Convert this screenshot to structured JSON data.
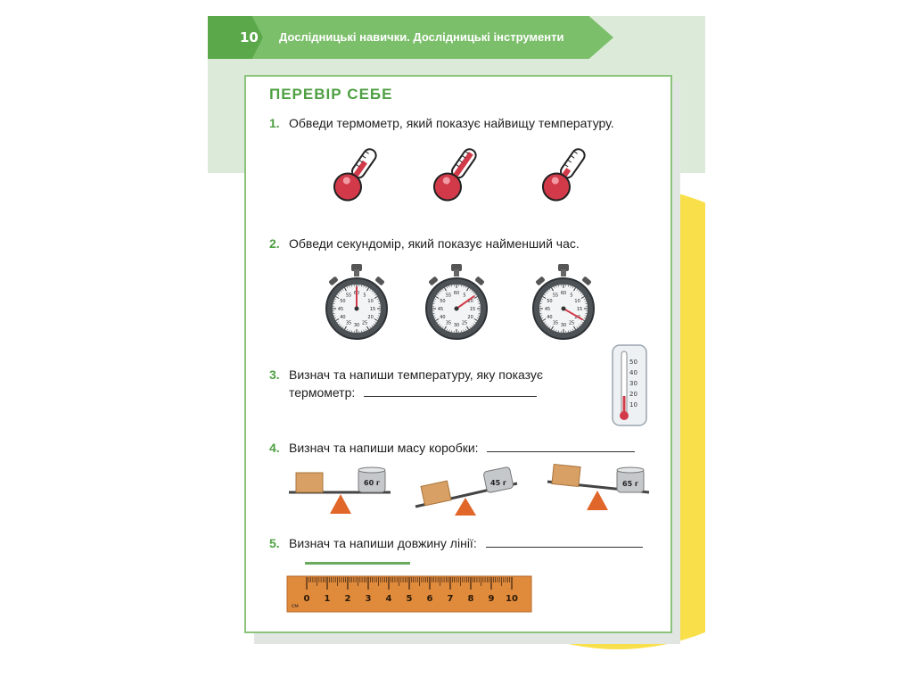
{
  "header": {
    "page_number": "10",
    "title": "Дослідницькі навички. Дослідницькі інструменти"
  },
  "section": {
    "title": "ПЕРЕВІР СЕБЕ"
  },
  "questions": [
    {
      "number": "1.",
      "text": "Обведи термометр, який показує найвищу температуру."
    },
    {
      "number": "2.",
      "text": "Обведи секундомір, який показує найменший час."
    },
    {
      "number": "3.",
      "text": "Визнач та напиши температуру, яку показує",
      "text2": "термометр:"
    },
    {
      "number": "4.",
      "text": "Визнач та напиши масу коробки:"
    },
    {
      "number": "5.",
      "text": "Визнач та напиши довжину лінії:"
    }
  ],
  "stopwatch_numbers": [
    "60",
    "5",
    "10",
    "15",
    "20",
    "25",
    "30",
    "35",
    "40",
    "45",
    "50",
    "55"
  ],
  "wall_thermometer": {
    "scale": [
      "50",
      "40",
      "30",
      "20",
      "10"
    ]
  },
  "weights": [
    "60 г",
    "45 г",
    "65 г"
  ],
  "ruler": {
    "unit": "см",
    "ticks": [
      "0",
      "1",
      "2",
      "3",
      "4",
      "5",
      "6",
      "7",
      "8",
      "9",
      "10"
    ]
  },
  "colors": {
    "accent_green": "#4fa043",
    "header_green": "#7cbf6b",
    "band": "#dcebd9",
    "yellow": "#f9e04b",
    "thermo_red": "#d23a4a",
    "ruler": "#e08a3c"
  }
}
